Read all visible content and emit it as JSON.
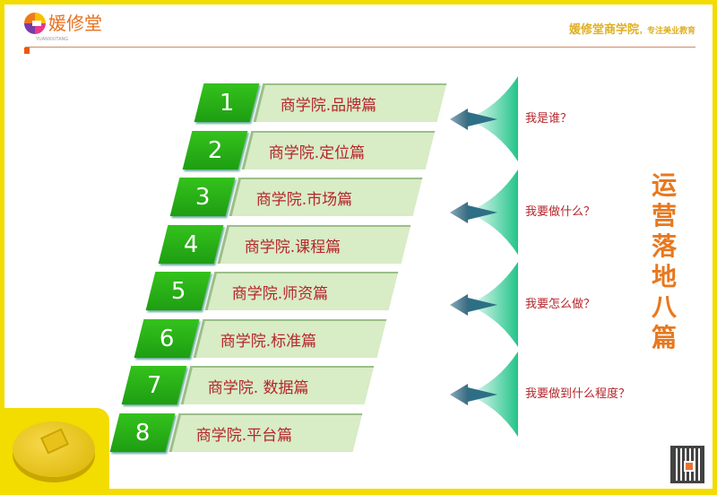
{
  "header": {
    "logo_text": "媛修堂",
    "logo_sub": "YUANXIUTANG",
    "slogan_main": "媛修堂商学院",
    "slogan_sub": "，专注美业教育"
  },
  "rows": [
    {
      "num": "1",
      "label": "商学院.品牌篇"
    },
    {
      "num": "2",
      "label": "商学院.定位篇"
    },
    {
      "num": "3",
      "label": "商学院.市场篇"
    },
    {
      "num": "4",
      "label": "商学院.课程篇"
    },
    {
      "num": "5",
      "label": "商学院.师资篇"
    },
    {
      "num": "6",
      "label": "商学院.标准篇"
    },
    {
      "num": "7",
      "label": "商学院. 数据篇"
    },
    {
      "num": "8",
      "label": "商学院.平台篇"
    }
  ],
  "questions": [
    "我是谁？",
    "我要做什么？",
    "我要怎么做？",
    "我要做到什么程度？"
  ],
  "side_title": "运营落地八篇",
  "colors": {
    "green": "#22a814",
    "label_bg": "#d8ecc6",
    "text_red": "#b5262b",
    "orange": "#e8781e",
    "yellow": "#f3dc00"
  }
}
